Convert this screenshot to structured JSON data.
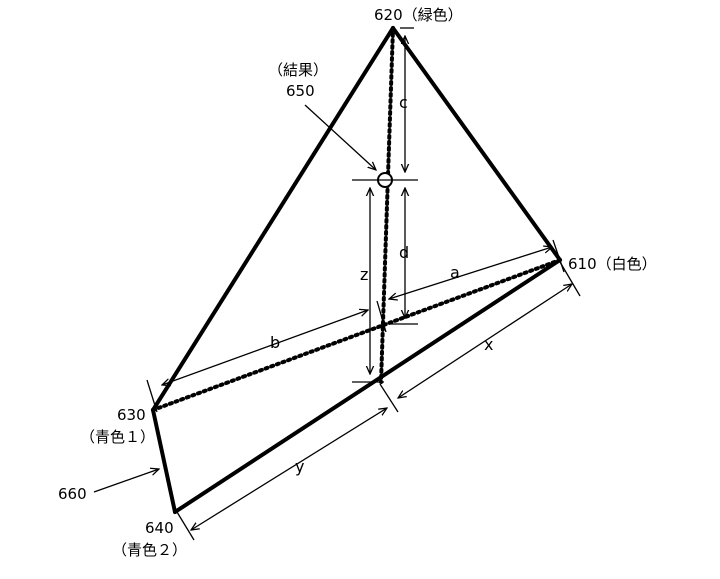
{
  "vertices": {
    "white": {
      "number": "610",
      "name": "（白色）"
    },
    "green": {
      "number": "620",
      "name": "（緑色）"
    },
    "blue1": {
      "number": "630",
      "name": "（青色１）"
    },
    "blue2": {
      "number": "640",
      "name": "（青色２）"
    }
  },
  "result": {
    "name": "（結果）",
    "number": "650"
  },
  "edge_label": {
    "number": "660"
  },
  "distances": {
    "a": "a",
    "b": "b",
    "c": "c",
    "d": "d",
    "x": "x",
    "y": "y",
    "z": "z"
  }
}
